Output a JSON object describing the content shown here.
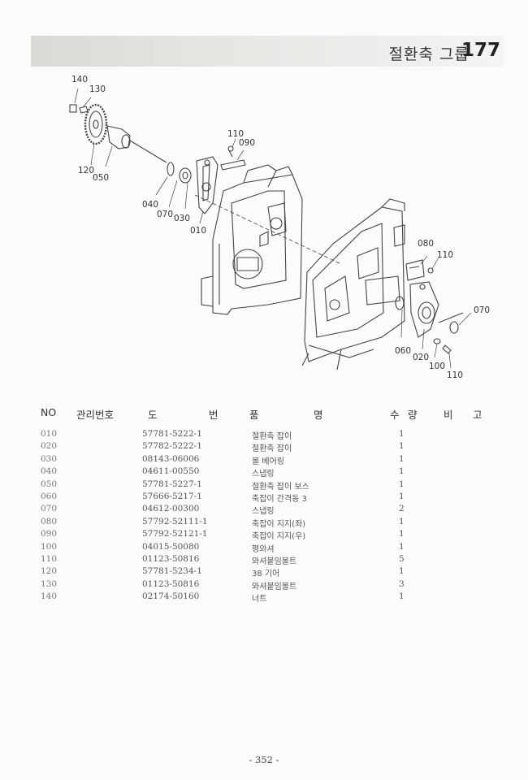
{
  "header": {
    "title": "절환축 그룹",
    "page_number": "177"
  },
  "diagram": {
    "callouts": [
      "140",
      "130",
      "120",
      "050",
      "110",
      "090",
      "040",
      "070",
      "030",
      "010",
      "080",
      "110",
      "070",
      "060",
      "020",
      "100",
      "110"
    ]
  },
  "table": {
    "headers": {
      "no": "NO",
      "mgmt": "관리번호",
      "drawing": [
        "도",
        "번"
      ],
      "name": [
        "품",
        "명"
      ],
      "qty": [
        "수",
        "량"
      ],
      "remarks": [
        "비",
        "고"
      ]
    },
    "rows": [
      {
        "no": "010",
        "part": "57781-5222-1",
        "name": "절환축 잡이",
        "qty": "1"
      },
      {
        "no": "020",
        "part": "57782-5222-1",
        "name": "절환축 잡이",
        "qty": "1"
      },
      {
        "no": "030",
        "part": "08143-06006",
        "name": "볼 베어링",
        "qty": "1"
      },
      {
        "no": "040",
        "part": "04611-00550",
        "name": "스냅링",
        "qty": "1"
      },
      {
        "no": "050",
        "part": "57781-5227-1",
        "name": "절환축 잡이 보스",
        "qty": "1"
      },
      {
        "no": "060",
        "part": "57666-5217-1",
        "name": "축잡이 간격동 3",
        "qty": "1"
      },
      {
        "no": "070",
        "part": "04612-00300",
        "name": "스냅링",
        "qty": "2"
      },
      {
        "no": "080",
        "part": "57792-52111-1",
        "name": "축잡이 지지(좌)",
        "qty": "1"
      },
      {
        "no": "090",
        "part": "57792-52121-1",
        "name": "축잡이 지지(우)",
        "qty": "1"
      },
      {
        "no": "100",
        "part": "04015-50080",
        "name": "평와셔",
        "qty": "1"
      },
      {
        "no": "110",
        "part": "01123-50816",
        "name": "와셔붙임볼트",
        "qty": "5"
      },
      {
        "no": "120",
        "part": "57781-5234-1",
        "name": "38 기어",
        "qty": "1"
      },
      {
        "no": "130",
        "part": "01123-50816",
        "name": "와셔붙임볼트",
        "qty": "3"
      },
      {
        "no": "140",
        "part": "02174-50160",
        "name": "너트",
        "qty": "1"
      }
    ]
  },
  "footer": {
    "page": "- 352 -"
  }
}
